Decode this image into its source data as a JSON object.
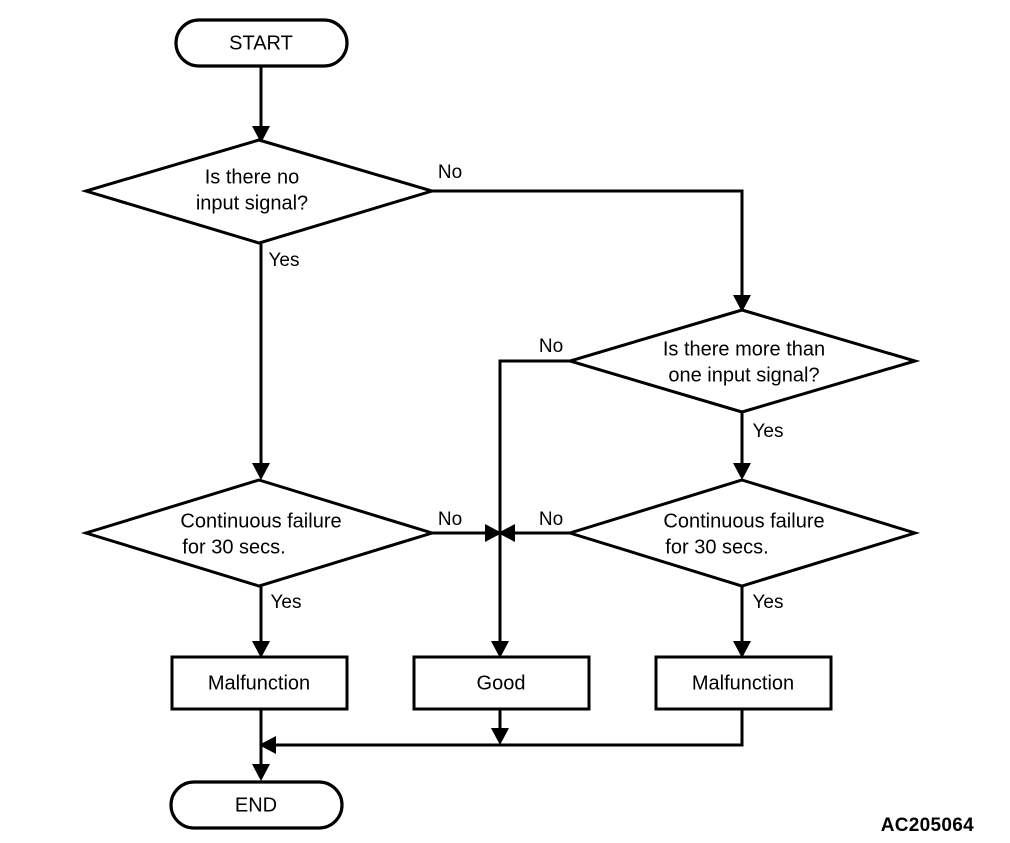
{
  "diagram": {
    "kind": "flowchart",
    "reference_code": "AC205064",
    "nodes": {
      "start": {
        "label": "START",
        "shape": "terminator"
      },
      "end": {
        "label": "END",
        "shape": "terminator"
      },
      "decision_no_input": {
        "label_line1": "Is there no",
        "label_line2": "input signal?",
        "shape": "decision"
      },
      "decision_more_than_one": {
        "label_line1": "Is there more than",
        "label_line2": "one input signal?",
        "shape": "decision"
      },
      "decision_continuous_left": {
        "label_line1": "Continuous failure",
        "label_line2": "for 30 secs.",
        "shape": "decision"
      },
      "decision_continuous_right": {
        "label_line1": "Continuous failure",
        "label_line2": "for 30 secs.",
        "shape": "decision"
      },
      "result_malfunction_left": {
        "label": "Malfunction",
        "shape": "process"
      },
      "result_good": {
        "label": "Good",
        "shape": "process"
      },
      "result_malfunction_right": {
        "label": "Malfunction",
        "shape": "process"
      }
    },
    "edge_labels": {
      "no_input_no": "No",
      "no_input_yes": "Yes",
      "more_than_one_no": "No",
      "more_than_one_yes": "Yes",
      "continuous_left_no": "No",
      "continuous_left_yes": "Yes",
      "continuous_right_no": "No",
      "continuous_right_yes": "Yes"
    },
    "colors": {
      "stroke": "#000000",
      "fill": "#ffffff",
      "text": "#000000"
    }
  }
}
